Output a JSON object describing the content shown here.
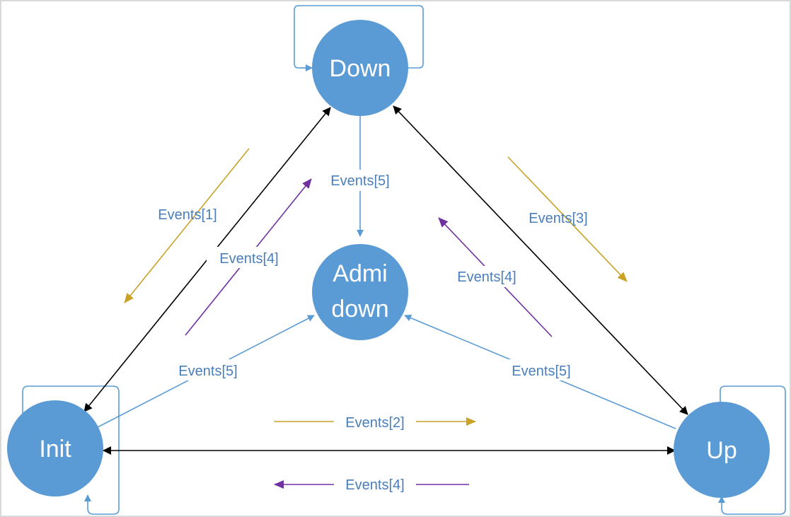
{
  "colors": {
    "node_fill": "#5b9bd5",
    "node_text": "#ffffff",
    "label_text": "#4a7ebb",
    "blue_arrow": "#5b9bd5",
    "black_arrow": "#000000",
    "gold_arrow": "#c9a227",
    "purple_arrow": "#7030a0"
  },
  "nodes": {
    "down": {
      "label": "Down"
    },
    "admin": {
      "line1": "Admi",
      "line2": "down"
    },
    "init": {
      "label": "Init"
    },
    "up": {
      "label": "Up"
    }
  },
  "edge_labels": {
    "down_to_admin": "Events[5]",
    "init_to_down": "Events[1]",
    "up_to_down_left": "Events[4]",
    "down_to_up": "Events[3]",
    "up_to_down_right": "Events[4]",
    "init_to_admin": "Events[5]",
    "up_to_admin": "Events[5]",
    "init_to_up": "Events[2]",
    "up_to_init": "Events[4]"
  }
}
